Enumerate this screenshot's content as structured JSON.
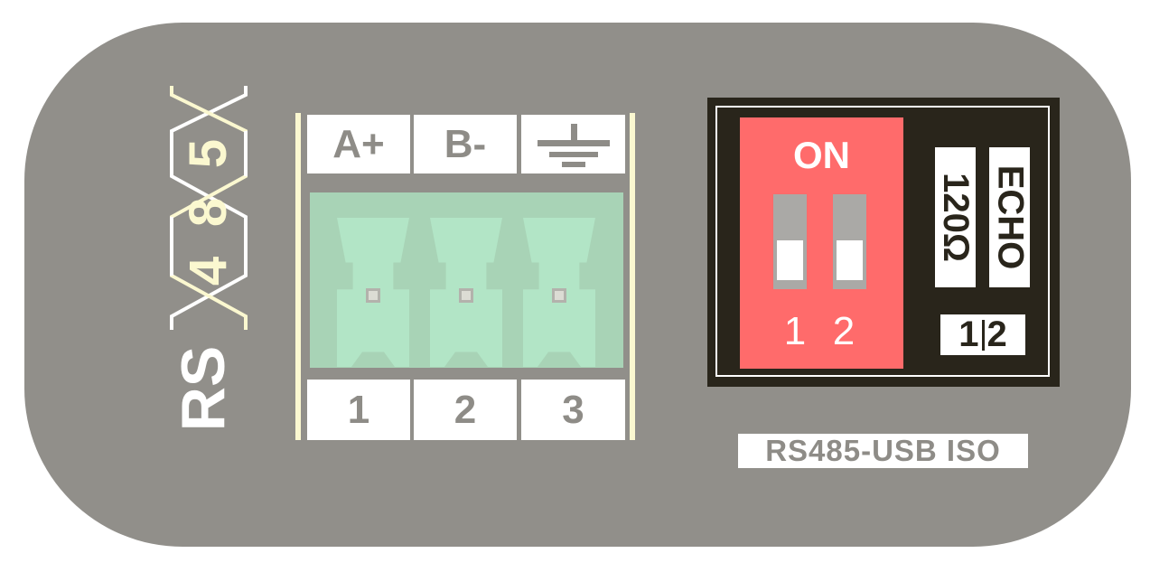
{
  "logo": {
    "prefix": "RS",
    "digits": [
      "4",
      "8",
      "5"
    ]
  },
  "terminal": {
    "signals": [
      "A+",
      "B-"
    ],
    "ground_icon": "ground-icon",
    "pins": [
      "1",
      "2",
      "3"
    ]
  },
  "dip_switch": {
    "on_label": "ON",
    "switch_numbers": [
      "1",
      "2"
    ],
    "function_labels": [
      "120Ω",
      "ECHO"
    ],
    "legend": {
      "left": "1",
      "right": "2"
    },
    "switch_states": [
      "off",
      "off"
    ]
  },
  "product_name": "RS485-USB ISO",
  "colors": {
    "panel": "#918f8a",
    "dip_red": "#ff6b6b",
    "terminal_green": "#a8d3b6",
    "logo_cream": "#fbf8d0"
  }
}
